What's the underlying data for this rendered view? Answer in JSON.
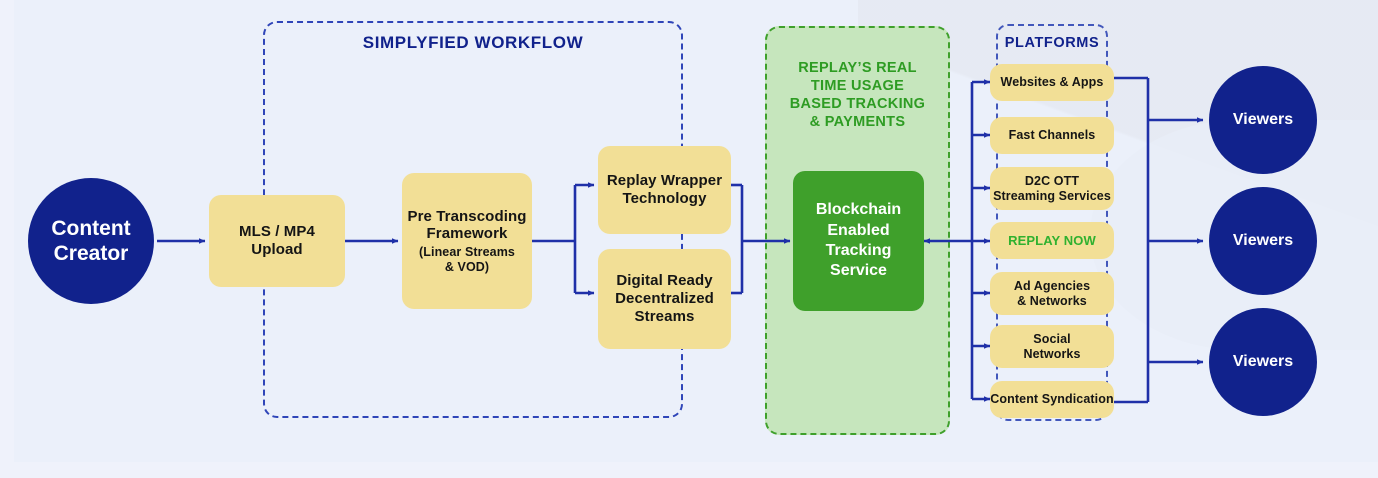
{
  "diagram": {
    "title": "Replay workflow diagram",
    "colors": {
      "background": "#ebf0fa",
      "navy": "#11228c",
      "yellow": "#f2df96",
      "green": "#3fa02b",
      "green_light": "#c6e6bd",
      "green_text": "#2e9c23",
      "replay_now_text": "#2fb12f",
      "arrow": "#1f30a8"
    }
  },
  "creator": {
    "line1": "Content",
    "line2": "Creator"
  },
  "workflow": {
    "title": "SIMPLYFIED WORKFLOW",
    "upload": {
      "line1": "MLS / MP4",
      "line2": "Upload"
    },
    "transcoding": {
      "line1": "Pre Transcoding",
      "line2": "Framework",
      "sub1": "(Linear Streams",
      "sub2": "& VOD)"
    },
    "wrapper": {
      "line1": "Replay Wrapper",
      "line2": "Technology"
    },
    "decentralized": {
      "line1": "Digital Ready",
      "line2": "Decentralized",
      "line3": "Streams"
    }
  },
  "replay_zone": {
    "title_line1": "REPLAY’S REAL",
    "title_line2": "TIME USAGE",
    "title_line3": "BASED TRACKING",
    "title_line4": "& PAYMENTS",
    "service": {
      "line1": "Blockchain",
      "line2": "Enabled",
      "line3": "Tracking",
      "line4": "Service"
    }
  },
  "platforms": {
    "title": "PLATFORMS",
    "items": [
      {
        "label": "Websites & Apps",
        "highlight": false
      },
      {
        "label": "Fast Channels",
        "highlight": false
      },
      {
        "label": "D2C OTT\nStreaming Services",
        "line1": "D2C OTT",
        "line2": "Streaming Services",
        "highlight": false
      },
      {
        "label": "REPLAY NOW",
        "highlight": true
      },
      {
        "label": "Ad Agencies\n& Networks",
        "line1": "Ad Agencies",
        "line2": "& Networks",
        "highlight": false
      },
      {
        "label": "Social\nNetworks",
        "line1": "Social",
        "line2": "Networks",
        "highlight": false
      },
      {
        "label": "Content Syndication",
        "highlight": false
      }
    ]
  },
  "viewers": [
    {
      "label": "Viewers"
    },
    {
      "label": "Viewers"
    },
    {
      "label": "Viewers"
    }
  ]
}
